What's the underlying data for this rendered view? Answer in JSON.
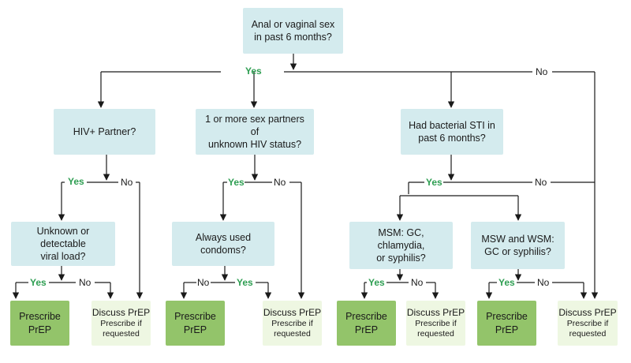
{
  "questions": {
    "q_root": "Anal or vaginal sex\nin past 6 months?",
    "q_hiv_partner": "HIV+ Partner?",
    "q_unknown_status": "1 or more sex partners of\nunknown HIV status?",
    "q_bacterial_sti": "Had bacterial STI in\npast 6 months?",
    "q_viral_load": "Unknown or detectable\nviral load?",
    "q_condoms": "Always used condoms?",
    "q_msm": "MSM: GC, chlamydia,\nor syphilis?",
    "q_msw": "MSW and WSM:\nGC or syphilis?"
  },
  "outcomes": {
    "prescribe": "Prescribe\nPrEP",
    "discuss_title": "Discuss PrEP",
    "discuss_sub": "Prescribe if\nrequested"
  },
  "answers": {
    "yes": "Yes",
    "no": "No"
  },
  "colors": {
    "question_fill": "#d4ebee",
    "prescribe_fill": "#93c46a",
    "discuss_fill": "#eef7e2",
    "yes_text": "#2e9e52",
    "line": "#1a1a1a"
  }
}
